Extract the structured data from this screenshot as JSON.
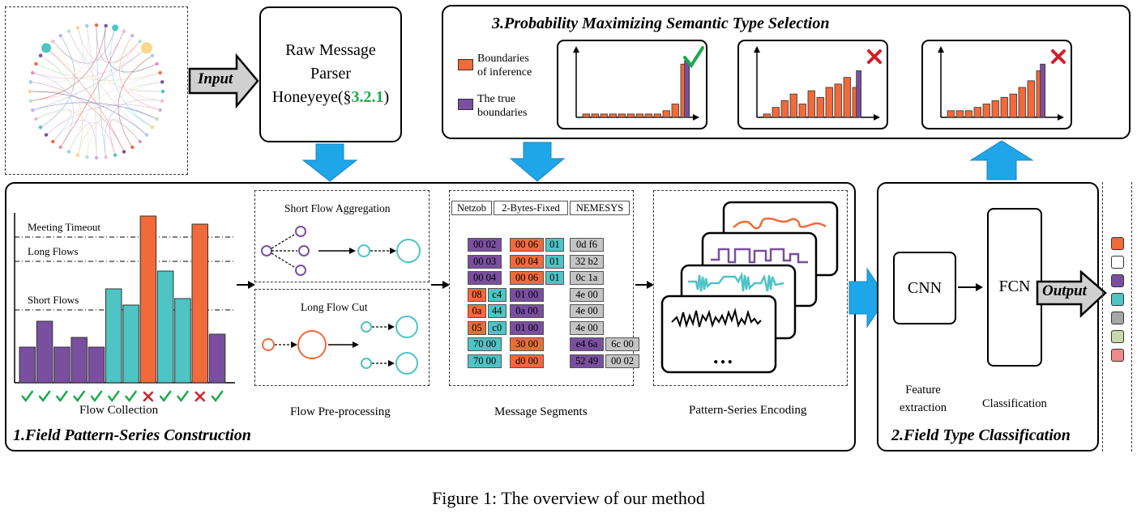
{
  "input_label": "Input",
  "parser": {
    "line1": "Raw Message",
    "line2": "Parser",
    "line3_prefix": "Honeyeye(§",
    "line3_ref": "3.2.1",
    "line3_suffix": ")"
  },
  "stage3": {
    "title": "3.Probability Maximizing Semantic Type Selection",
    "legend_inference_1": "Boundaries",
    "legend_inference_2": "of inference",
    "legend_true_1": "The true",
    "legend_true_2": "boundaries",
    "charts": [
      {
        "result": "check",
        "orange": [
          1,
          1,
          1,
          1,
          1,
          1,
          1,
          1,
          1,
          2,
          4,
          16
        ],
        "purple_index": 11,
        "purple_value": 17
      },
      {
        "result": "cross",
        "orange": [
          1,
          3,
          5,
          7,
          4,
          8,
          6,
          9,
          10,
          12,
          9
        ],
        "purple_index": 10,
        "purple_value": 14
      },
      {
        "result": "cross",
        "orange": [
          2,
          2,
          2,
          3,
          4,
          5,
          6,
          7,
          9,
          11,
          14
        ],
        "purple_index": 10,
        "purple_value": 16
      }
    ],
    "colors": {
      "orange": "#f06a3a",
      "purple": "#7a4fa0",
      "check": "#1aaa4a",
      "cross": "#d01f2a"
    }
  },
  "stage1": {
    "title": "1.Field Pattern-Series Construction",
    "flow_collection": {
      "caption": "Flow Collection",
      "thresholds": [
        "Meeting Timeout",
        "Long Flows",
        "Short Flows"
      ],
      "bars": [
        {
          "color": "purple",
          "value": 22,
          "mark": "check"
        },
        {
          "color": "purple",
          "value": 38,
          "mark": "check"
        },
        {
          "color": "purple",
          "value": 22,
          "mark": "check"
        },
        {
          "color": "purple",
          "value": 28,
          "mark": "check"
        },
        {
          "color": "purple",
          "value": 22,
          "mark": "check"
        },
        {
          "color": "teal",
          "value": 58,
          "mark": "check"
        },
        {
          "color": "teal",
          "value": 48,
          "mark": "check"
        },
        {
          "color": "orange",
          "value": 103,
          "mark": "cross"
        },
        {
          "color": "teal",
          "value": 69,
          "mark": "check"
        },
        {
          "color": "teal",
          "value": 52,
          "mark": "check"
        },
        {
          "color": "orange",
          "value": 98,
          "mark": "cross"
        },
        {
          "color": "purple",
          "value": 30,
          "mark": "check"
        }
      ]
    },
    "preprocessing": {
      "caption": "Flow Pre-processing",
      "short_title": "Short Flow Aggregation",
      "long_title": "Long Flow Cut"
    },
    "segments": {
      "caption": "Message Segments",
      "headers": [
        "Netzob",
        "2-Bytes-Fixed",
        "NEMESYS"
      ],
      "netzob": [
        [
          {
            "t": "00 02",
            "c": "purple"
          }
        ],
        [
          {
            "t": "00 03",
            "c": "purple"
          }
        ],
        [
          {
            "t": "00 04",
            "c": "purple"
          }
        ],
        [
          {
            "t": "08",
            "c": "orange"
          },
          {
            "t": "c4",
            "c": "teal"
          }
        ],
        [
          {
            "t": "0a",
            "c": "orange"
          },
          {
            "t": "44",
            "c": "teal"
          }
        ],
        [
          {
            "t": "05",
            "c": "orange"
          },
          {
            "t": "c0",
            "c": "teal"
          }
        ],
        [
          {
            "t": "70 00",
            "c": "teal"
          }
        ],
        [
          {
            "t": "70 00",
            "c": "teal"
          }
        ]
      ],
      "fixed": [
        [
          {
            "t": "00 06",
            "c": "orange"
          },
          {
            "t": "01",
            "c": "teal"
          }
        ],
        [
          {
            "t": "00 04",
            "c": "orange"
          },
          {
            "t": "01",
            "c": "teal"
          }
        ],
        [
          {
            "t": "00 06",
            "c": "orange"
          },
          {
            "t": "01",
            "c": "teal"
          }
        ],
        [
          {
            "t": "01 00",
            "c": "purple"
          }
        ],
        [
          {
            "t": "0a 00",
            "c": "purple"
          }
        ],
        [
          {
            "t": "01 00",
            "c": "purple"
          }
        ],
        [
          {
            "t": "30 00",
            "c": "orange"
          }
        ],
        [
          {
            "t": "d0 00",
            "c": "orange"
          }
        ]
      ],
      "nemesys": [
        [
          {
            "t": "0d f6",
            "c": "gray"
          }
        ],
        [
          {
            "t": "32 b2",
            "c": "gray"
          }
        ],
        [
          {
            "t": "0c 1a",
            "c": "gray"
          }
        ],
        [
          {
            "t": "4e 00",
            "c": "gray"
          }
        ],
        [
          {
            "t": "4e 00",
            "c": "gray"
          }
        ],
        [
          {
            "t": "4e 00",
            "c": "gray"
          }
        ],
        [
          {
            "t": "e4 6a",
            "c": "purple"
          },
          {
            "t": "6c 00",
            "c": "gray"
          }
        ],
        [
          {
            "t": "52 49",
            "c": "purple"
          },
          {
            "t": "00 02",
            "c": "gray"
          }
        ]
      ]
    },
    "encoding": {
      "caption": "Pattern-Series Encoding",
      "ellipsis": "…"
    }
  },
  "stage2": {
    "title": "2.Field Type Classification",
    "cnn": "CNN",
    "fcn": "FCN",
    "feature_1": "Feature",
    "feature_2": "extraction",
    "classification": "Classification",
    "output_label": "Output",
    "output_colors": [
      "#f06a3a",
      "#ffffff",
      "#7a4fa0",
      "#4ec4c4",
      "#a6a6a6",
      "#c8d8a8",
      "#f08a8a"
    ]
  },
  "figure_caption": "Figure 1: The overview of our method"
}
